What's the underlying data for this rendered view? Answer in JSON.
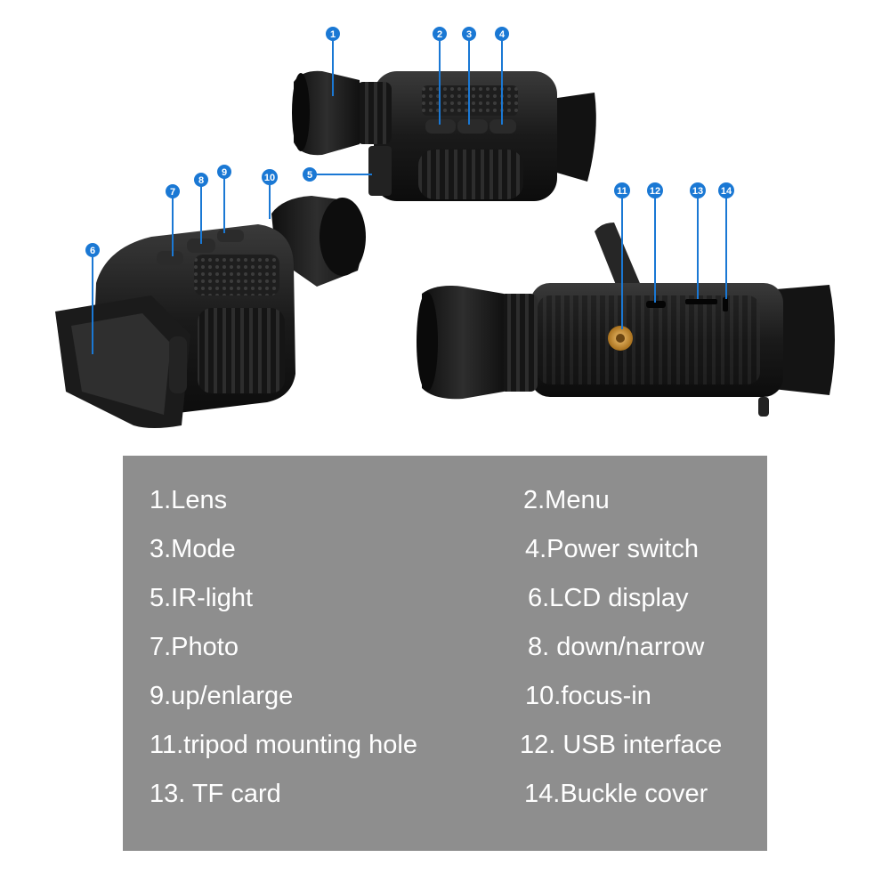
{
  "colors": {
    "panel_bg": "#8e8e8e",
    "legend_text": "#ffffff",
    "callout_blue": "#1a78d4",
    "device_body": "#1c1c1c",
    "mount_brass": "#c8892a"
  },
  "callouts": [
    "1",
    "2",
    "3",
    "4",
    "5",
    "6",
    "7",
    "8",
    "9",
    "10",
    "11",
    "12",
    "13",
    "14"
  ],
  "legend": {
    "left": [
      "1.Lens",
      "3.Mode",
      "5.IR-light",
      "7.Photo",
      "9.up/enlarge",
      "11.tripod mounting hole",
      "13. TF card"
    ],
    "right": [
      "2.Menu",
      "4.Power switch",
      "6.LCD display",
      "8. down/narrow",
      "10.focus-in",
      "12. USB interface",
      "14.Buckle cover"
    ]
  }
}
